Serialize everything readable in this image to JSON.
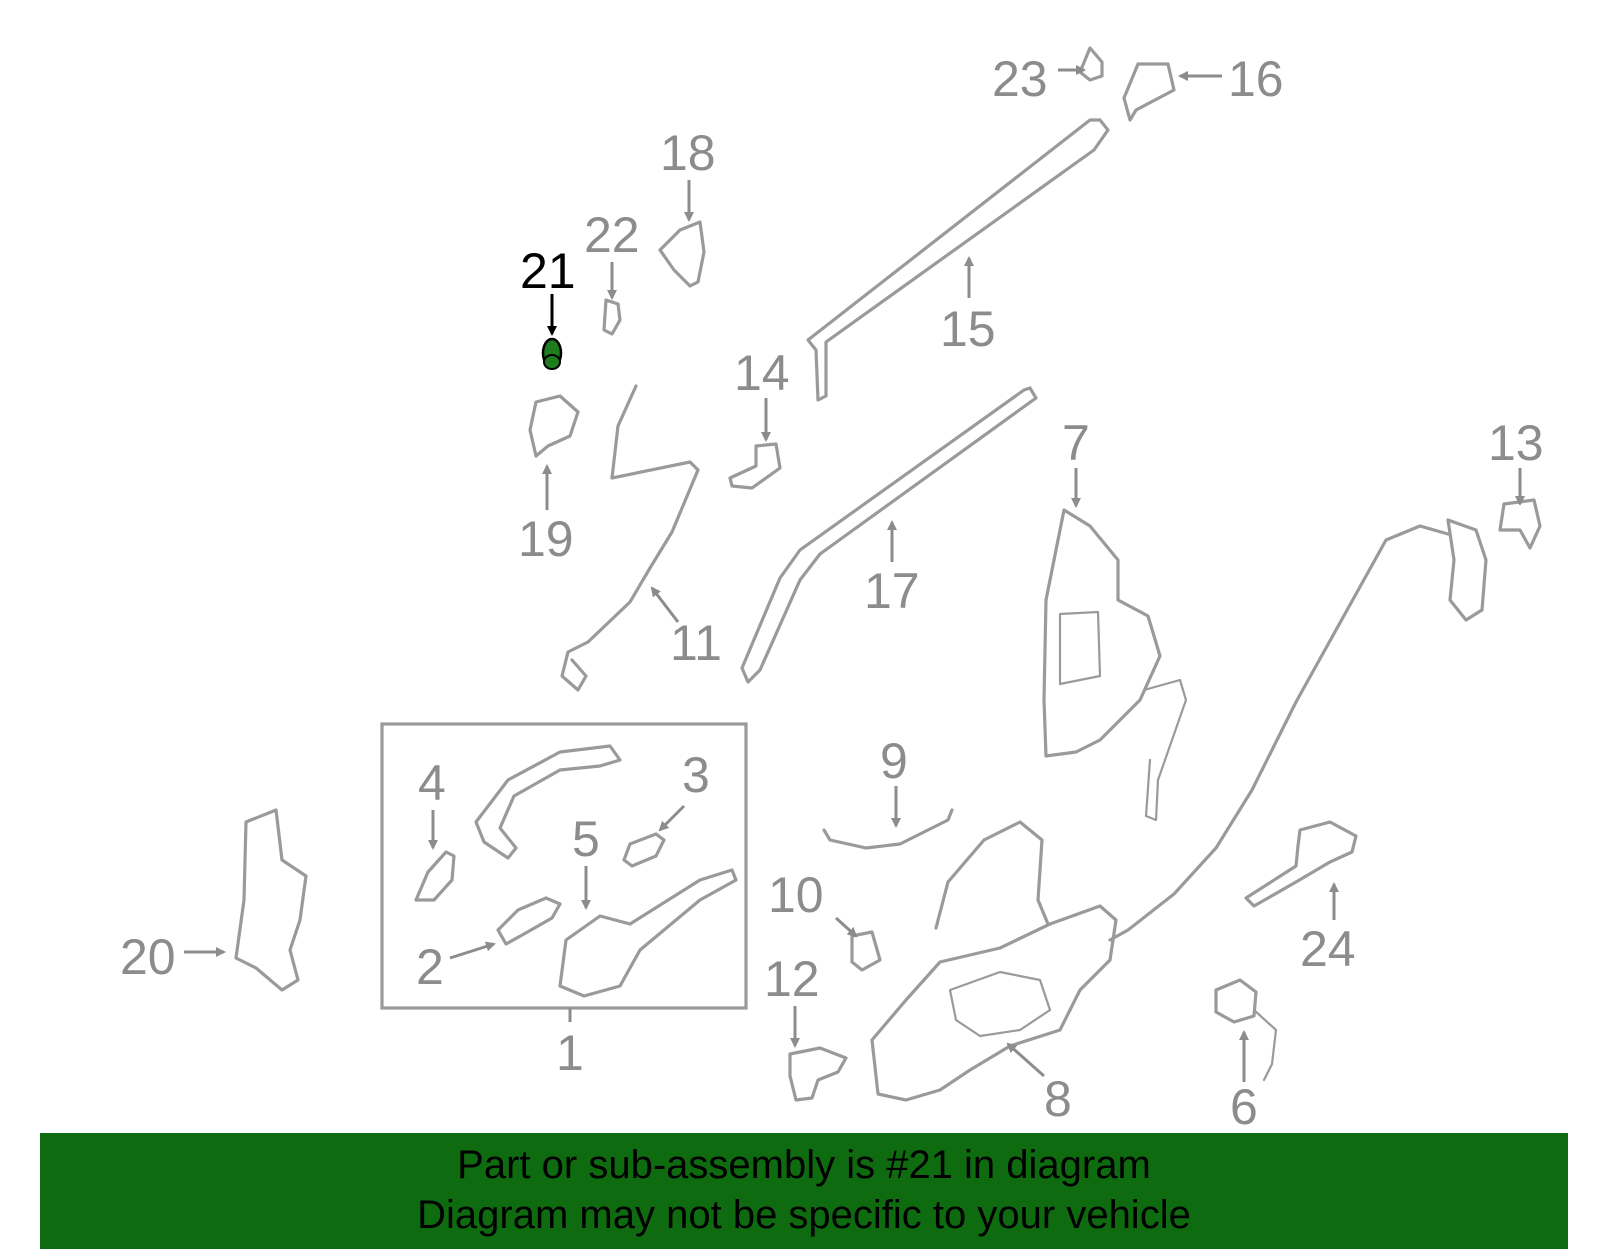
{
  "diagram": {
    "highlight_color": "#1e7d1e",
    "label_color": "#8c8c8c",
    "highlight_label_color": "#000000",
    "highlighted_part": "21",
    "callouts": [
      "1",
      "2",
      "3",
      "4",
      "5",
      "6",
      "7",
      "8",
      "9",
      "10",
      "11",
      "12",
      "13",
      "14",
      "15",
      "16",
      "17",
      "18",
      "19",
      "20",
      "21",
      "22",
      "23",
      "24"
    ]
  },
  "banner": {
    "background_color": "#0f6b0f",
    "line1": "Part or sub-assembly is #21 in diagram",
    "line2": "Diagram may not be specific to your vehicle"
  }
}
